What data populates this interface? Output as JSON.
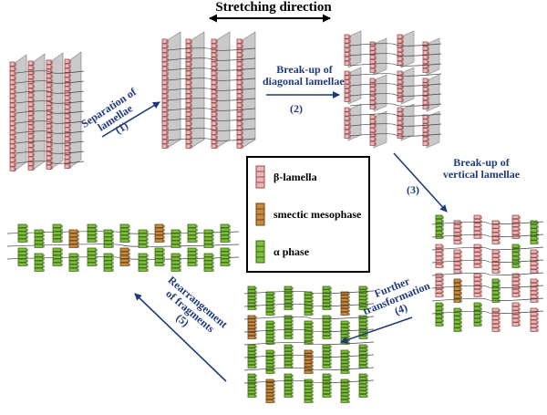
{
  "title": "Stretching direction",
  "steps": [
    {
      "id": "1",
      "line1": "Separation of",
      "line2": "lamellae",
      "num": "(1)"
    },
    {
      "id": "2",
      "line1": "Break-up of",
      "line2": "diagonal lamellae",
      "num": "(2)"
    },
    {
      "id": "3",
      "line1": "Break-up of",
      "line2": "vertical lamellae",
      "num": "(3)"
    },
    {
      "id": "4",
      "line1": "Further",
      "line2": "transformation",
      "num": "(4)"
    },
    {
      "id": "5",
      "line1": "Rearrangement",
      "line2": "of fragments",
      "num": "(5)"
    }
  ],
  "legend": {
    "items": [
      {
        "label": "β-lamella",
        "color": "#e8b7b7"
      },
      {
        "label": "smectic mesophase",
        "color": "#c88a3c"
      },
      {
        "label": "α phase",
        "color": "#7cbf3a"
      }
    ]
  },
  "colors": {
    "beta": "#e8b7b7",
    "beta_edge": "#a04a4a",
    "smectic": "#c88a3c",
    "alpha": "#7cbf3a",
    "arrow": "#1f3a7a"
  }
}
